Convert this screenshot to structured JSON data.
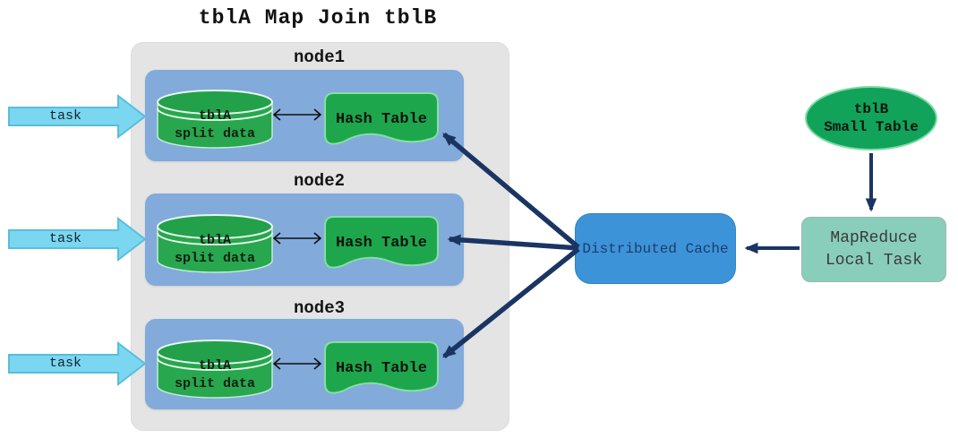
{
  "title": "tblA Map Join tblB",
  "nodes": [
    {
      "label": "node1",
      "cylinder": {
        "line1": "tblA",
        "line2": "split data"
      },
      "hash_table": "Hash Table"
    },
    {
      "label": "node2",
      "cylinder": {
        "line1": "tblA",
        "line2": "split data"
      },
      "hash_table": "Hash Table"
    },
    {
      "label": "node3",
      "cylinder": {
        "line1": "tblA",
        "line2": "split data"
      },
      "hash_table": "Hash Table"
    }
  ],
  "tasks": [
    {
      "label": "task"
    },
    {
      "label": "task"
    },
    {
      "label": "task"
    }
  ],
  "distributed_cache": {
    "label": "Distributed Cache"
  },
  "tblb_small_table": {
    "line1": "tblB",
    "line2": "Small Table"
  },
  "mapreduce_local_task": {
    "line1": "MapReduce",
    "line2": "Local Task"
  },
  "colors": {
    "container_gray": "#e4e4e4",
    "node_blue": "#82aadb",
    "shape_green": "#1ea64c",
    "ellipse_green": "#12a35b",
    "cache_blue": "#3d93d8",
    "local_task_teal": "#89cebb",
    "task_arrow_blue": "#7bd6f0",
    "arrow_navy": "#1a3563"
  }
}
